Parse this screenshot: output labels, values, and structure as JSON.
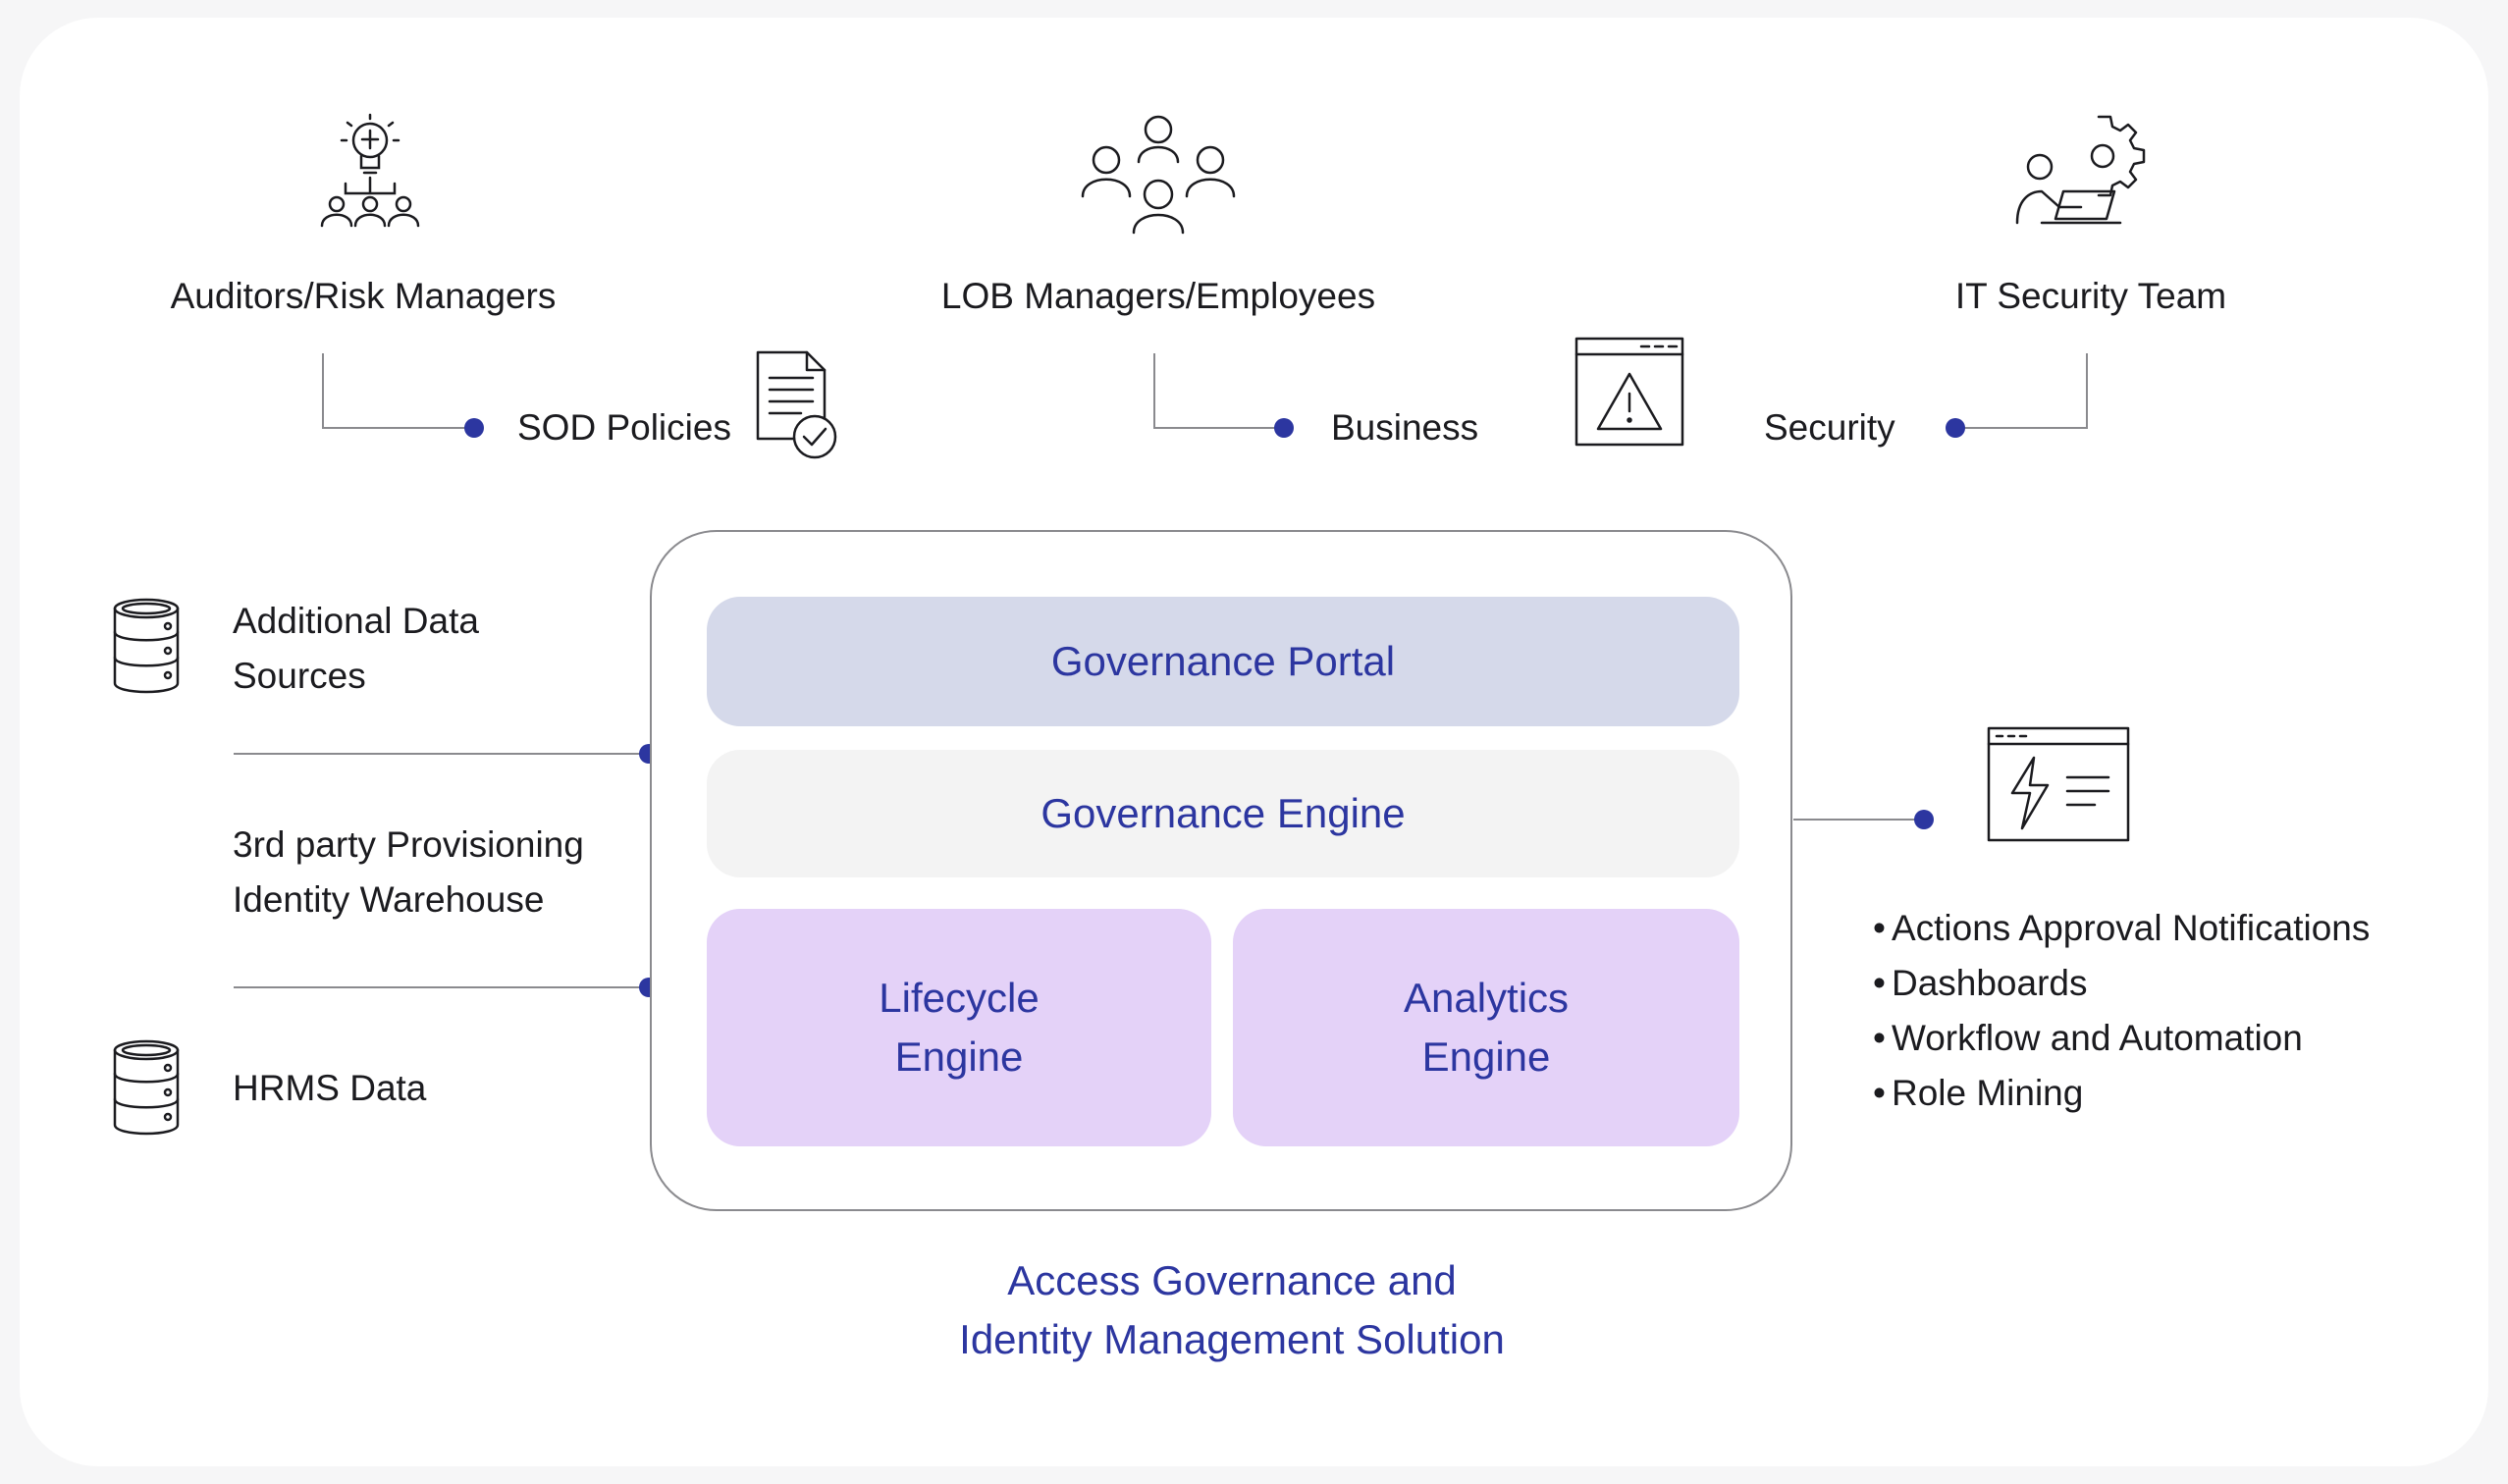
{
  "colors": {
    "accent": "#2c36a0",
    "portal_bg": "#d5d9ea",
    "engine_bg": "#f3f3f3",
    "purple_bg": "#e4d2f8",
    "text": "#1b1b1f",
    "line": "#8a8a8e"
  },
  "personas": [
    {
      "label": "Auditors/Risk Managers",
      "icon": "idea-team-icon"
    },
    {
      "label": "LOB Managers/Employees",
      "icon": "group-icon"
    },
    {
      "label": "IT Security Team",
      "icon": "gear-user-icon"
    }
  ],
  "connectors": {
    "sod": {
      "label": "SOD Policies",
      "icon": "policy-document-icon"
    },
    "business": {
      "label": "Business",
      "icon": "warning-window-icon"
    },
    "security": {
      "label": "Security"
    }
  },
  "sources": {
    "additional_line1": "Additional Data",
    "additional_line2": "Sources",
    "provisioning_line1": "3rd party Provisioning",
    "provisioning_line2": "Identity Warehouse",
    "hrms": "HRMS Data",
    "icon": "database-icon"
  },
  "solution": {
    "portal": "Governance Portal",
    "engine": "Governance Engine",
    "lifecycle_line1": "Lifecycle",
    "lifecycle_line2": "Engine",
    "analytics_line1": "Analytics",
    "analytics_line2": "Engine",
    "caption_line1": "Access Governance and",
    "caption_line2": "Identity Management Solution"
  },
  "outputs": {
    "icon": "dashboard-bolt-icon",
    "items": [
      "Actions Approval Notifications",
      "Dashboards",
      "Workflow and Automation",
      "Role Mining"
    ]
  }
}
